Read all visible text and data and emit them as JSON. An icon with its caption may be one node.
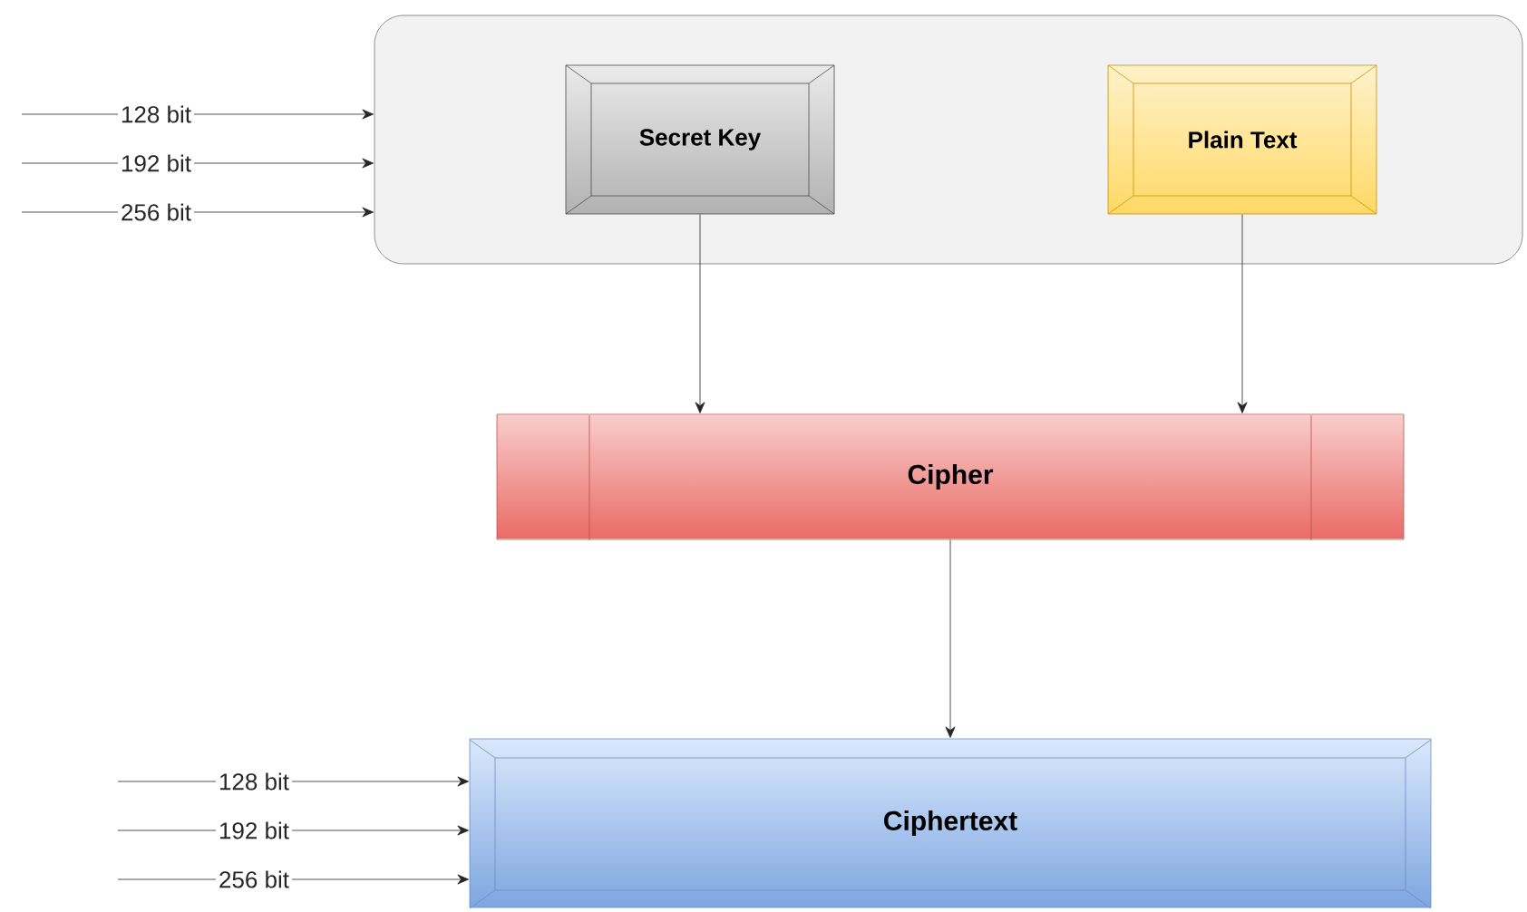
{
  "diagram": {
    "nodes": [
      {
        "text": [],
        "shape": "box"
      },
      {
        "text": [
          "Secret Key"
        ],
        "in": 0
      },
      {
        "text": [
          "Plain Text"
        ],
        "in": 0
      },
      {
        "text": [
          "Cipher"
        ]
      },
      {
        "text": [
          "Ciphertext"
        ]
      }
    ],
    "edges": [
      {
        "from": 1,
        "to": 3,
        "arrow": "to"
      },
      {
        "from": 2,
        "to": 3,
        "arrow": "to"
      },
      {
        "from": 3,
        "to": 4,
        "arrow": "to"
      },
      {
        "from": null,
        "to": 0,
        "arrow": "to",
        "label": "128 bit"
      },
      {
        "from": null,
        "to": 0,
        "arrow": "to",
        "label": "192 bit"
      },
      {
        "from": null,
        "to": 0,
        "arrow": "to",
        "label": "256 bit"
      },
      {
        "from": null,
        "to": 4,
        "arrow": "to",
        "label": "128 bit"
      },
      {
        "from": null,
        "to": 4,
        "arrow": "to",
        "label": "192 bit"
      },
      {
        "from": null,
        "to": 4,
        "arrow": "to",
        "label": "256 bit"
      }
    ]
  }
}
